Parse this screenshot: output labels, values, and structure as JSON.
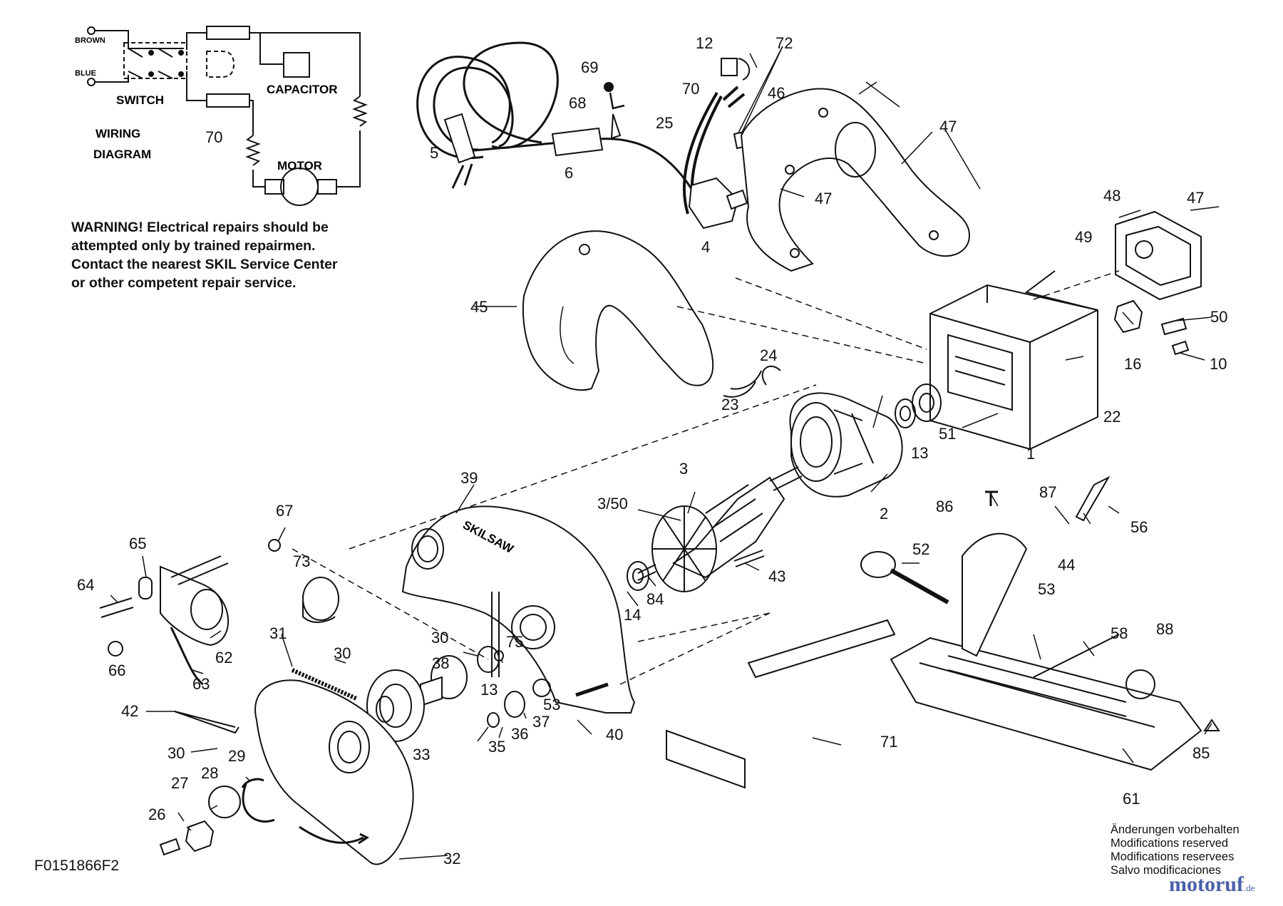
{
  "wiring": {
    "brown": "BROWN",
    "blue": "BLUE",
    "switch": "SWITCH",
    "capacitor": "CAPACITOR",
    "motor": "MOTOR",
    "part_70": "70",
    "title_line1": "WIRING",
    "title_line2": "DIAGRAM"
  },
  "warning": {
    "line1": "WARNING! Electrical repairs should be",
    "line2": "attempted only by trained repairmen.",
    "line3": "Contact the nearest SKIL Service Center",
    "line4": "or other competent repair service."
  },
  "blade_guard_brand": "SKILSAW",
  "part_labels": [
    "1",
    "2",
    "3",
    "3/50",
    "4",
    "5",
    "6",
    "10",
    "12",
    "13",
    "13",
    "14",
    "16",
    "22",
    "23",
    "24",
    "25",
    "26",
    "27",
    "28",
    "29",
    "30",
    "30",
    "30",
    "31",
    "32",
    "33",
    "35",
    "36",
    "37",
    "38",
    "39",
    "40",
    "42",
    "43",
    "44",
    "45",
    "46",
    "47",
    "47",
    "47",
    "48",
    "49",
    "50",
    "51",
    "52",
    "53",
    "53",
    "56",
    "58",
    "61",
    "62",
    "63",
    "64",
    "65",
    "66",
    "67",
    "68",
    "69",
    "70",
    "71",
    "72",
    "73",
    "75",
    "84",
    "85",
    "86",
    "87",
    "88"
  ],
  "footer": {
    "reference": "F0151866F2",
    "notes": [
      "Änderungen vorbehalten",
      "Modifications reserved",
      "Modifications reservees",
      "Salvo modificaciones"
    ],
    "logo_main": "motoruf",
    "logo_tld": ".de"
  },
  "colors": {
    "ink": "#111111",
    "logo": "#4a5fa8"
  }
}
